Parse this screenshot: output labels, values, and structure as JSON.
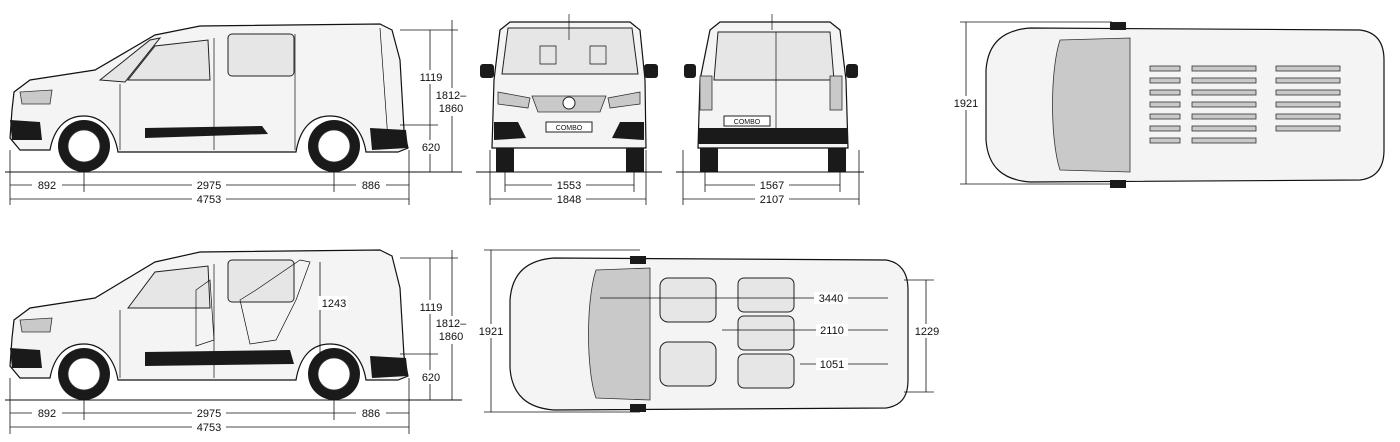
{
  "side_view_top": {
    "front_overhang": "892",
    "wheelbase": "2975",
    "rear_overhang": "886",
    "total_length": "4753",
    "cargo_height": "1119",
    "total_height": "1812–\n1860",
    "ground_height": "620"
  },
  "front_view": {
    "track": "1553",
    "width": "1848",
    "badge": "COMBO"
  },
  "rear_view": {
    "track": "1567",
    "width_mirrors": "2107",
    "badge": "COMBO"
  },
  "top_view": {
    "width": "1921"
  },
  "side_view_bottom": {
    "front_overhang": "892",
    "wheelbase": "2975",
    "rear_overhang": "886",
    "total_length": "4753",
    "cargo_height": "1119",
    "total_height": "1812–\n1860",
    "ground_height": "620",
    "interior_height": "1243"
  },
  "top_view_interior": {
    "width": "1921",
    "load_length_max": "3440",
    "load_length_mid": "2110",
    "load_length_min": "1051",
    "load_width": "1229"
  }
}
